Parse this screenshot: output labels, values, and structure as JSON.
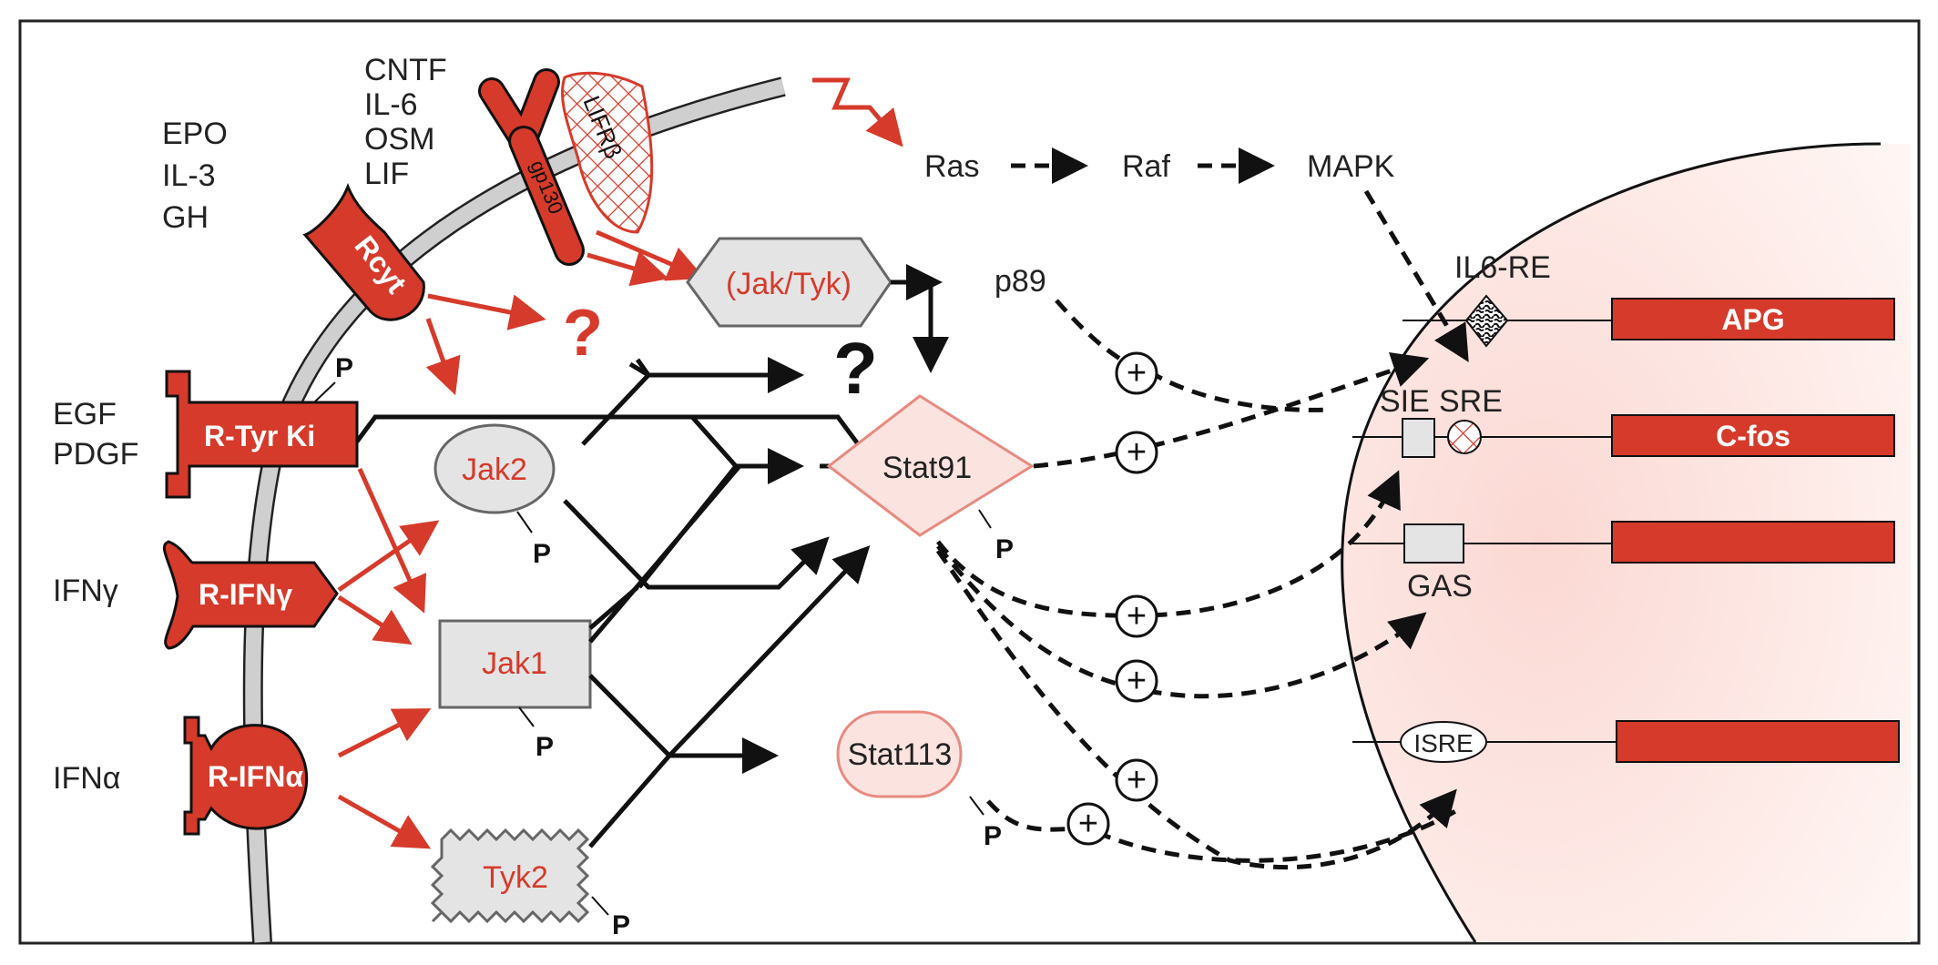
{
  "figure": {
    "ligands": {
      "group1": [
        "EPO",
        "IL-3",
        "GH"
      ],
      "group2": [
        "CNTF",
        "IL-6",
        "OSM",
        "LIF"
      ],
      "egf": "EGF",
      "pdgf": "PDGF",
      "ifng": "IFNγ",
      "ifna": "IFNα"
    },
    "receptors": {
      "rcyt": "Rcyt",
      "gp130": "gp130",
      "lifr": "LIFRβ",
      "rtyr": "R-Tyr Ki",
      "rifng": "R-IFNγ",
      "rifna": "R-IFNα"
    },
    "kinases": {
      "jaktyk": "(Jak/Tyk)",
      "jak2": "Jak2",
      "jak1": "Jak1",
      "tyk2": "Tyk2"
    },
    "factors": {
      "p89": "p89",
      "stat91": "Stat91",
      "stat113": "Stat113",
      "ras": "Ras",
      "raf": "Raf",
      "mapk": "MAPK"
    },
    "unknown_mark": "?",
    "phospho": "P",
    "plus": "+",
    "elements": {
      "il6re": "IL6-RE",
      "sie": "SIE",
      "sre": "SRE",
      "gas": "GAS",
      "isre": "ISRE"
    },
    "genes": {
      "apg": "APG",
      "cfos": "C-fos",
      "gene3": "",
      "gene4": ""
    },
    "colors": {
      "red": "#d63a2a",
      "gray_fill": "#e4e4e4",
      "nucleus_tint": "#fde7e4"
    }
  }
}
